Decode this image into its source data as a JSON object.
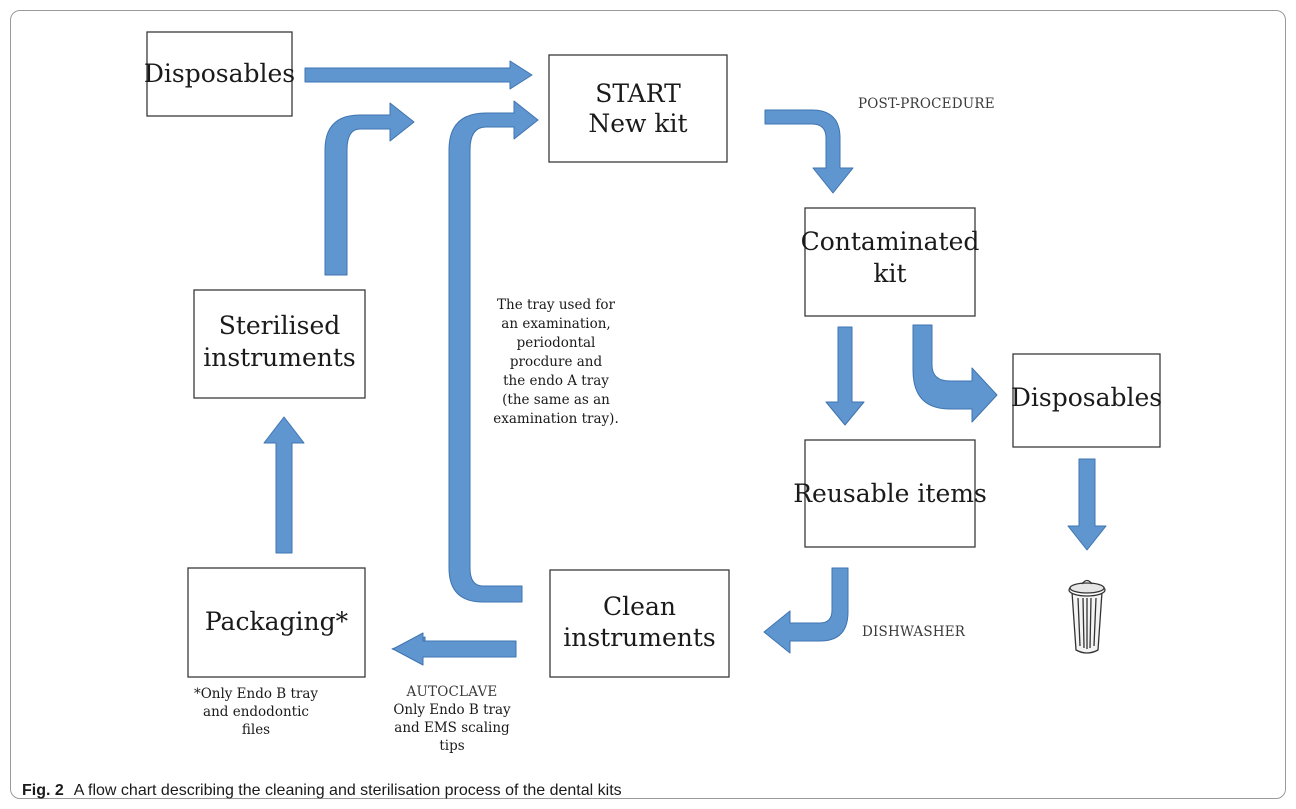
{
  "nodes": {
    "disposables_top": "Disposables",
    "start": [
      "START",
      "New kit"
    ],
    "contaminated": [
      "Contaminated",
      "kit"
    ],
    "disposables_right": "Disposables",
    "reusable": "Reusable items",
    "clean": [
      "Clean",
      "instruments"
    ],
    "packaging": "Packaging*",
    "sterilised": [
      "Sterilised",
      "instruments"
    ]
  },
  "labels": {
    "post_procedure": "POST-PROCEDURE",
    "dishwasher": "DISHWASHER",
    "autoclave": [
      "AUTOCLAVE",
      "Only Endo B tray",
      "and EMS scaling",
      "tips"
    ],
    "packaging_note": [
      "*Only Endo B tray",
      "and endodontic",
      "files"
    ],
    "tray_note": [
      "The tray used for",
      "an examination,",
      "periodontal",
      "procdure and",
      "the endo A tray",
      "(the same as an",
      "examination tray)."
    ]
  },
  "icons": {
    "bin": "trash-bin-icon"
  },
  "colors": {
    "arrow_fill": "#5f96cf",
    "arrow_stroke": "#3f74b0"
  },
  "caption": {
    "label": "Fig. 2",
    "text": "A flow chart describing the cleaning and sterilisation process of the dental kits"
  }
}
